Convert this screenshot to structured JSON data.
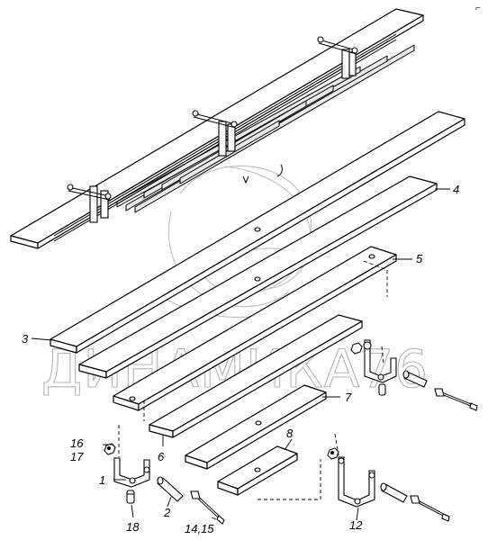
{
  "watermark": {
    "text": "ДИНАМИКА76"
  },
  "corner_mark": "⌐",
  "callouts": [
    {
      "id": "c1",
      "text": "1"
    },
    {
      "id": "c2",
      "text": "2"
    },
    {
      "id": "c3",
      "text": "3"
    },
    {
      "id": "c4",
      "text": "4"
    },
    {
      "id": "c5",
      "text": "5"
    },
    {
      "id": "c6",
      "text": "6"
    },
    {
      "id": "c7",
      "text": "7"
    },
    {
      "id": "c8",
      "text": "8"
    },
    {
      "id": "c12",
      "text": "12"
    },
    {
      "id": "c1415",
      "text": "14,15"
    },
    {
      "id": "c16",
      "text": "16"
    },
    {
      "id": "c17",
      "text": "17"
    },
    {
      "id": "c18",
      "text": "18"
    }
  ]
}
